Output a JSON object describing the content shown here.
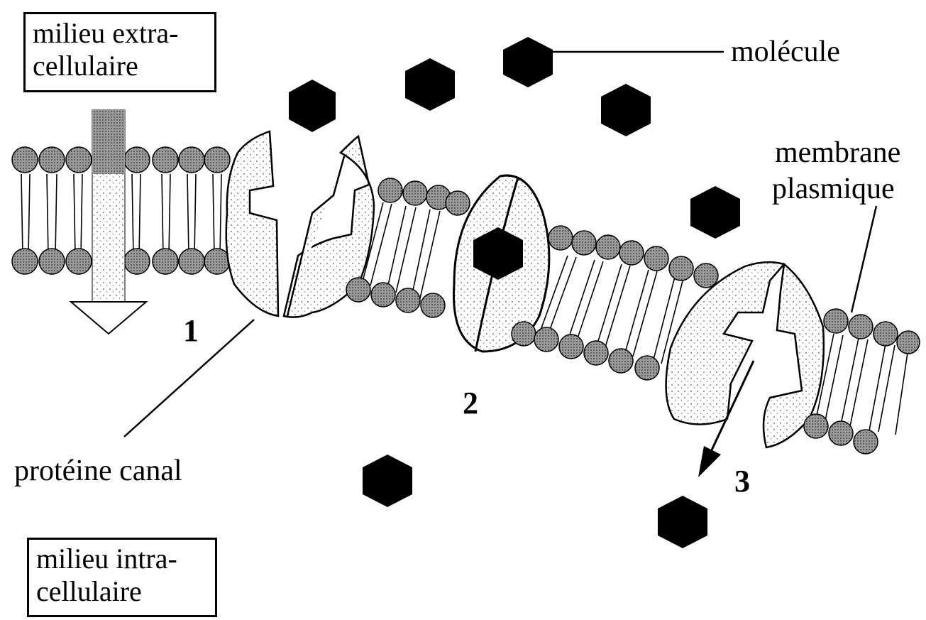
{
  "labels": {
    "extracellular": {
      "line1": "milieu extra-",
      "line2": "cellulaire"
    },
    "intracellular": {
      "line1": "milieu intra-",
      "line2": "cellulaire"
    },
    "molecule": "molécule",
    "membrane": {
      "line1": "membrane",
      "line2": "plasmique"
    },
    "channel_protein": "protéine canal"
  },
  "steps": [
    "1",
    "2",
    "3"
  ],
  "colors": {
    "molecule": "#000000",
    "phospholipid_head": "#8c8c8c",
    "line": "#000000"
  }
}
